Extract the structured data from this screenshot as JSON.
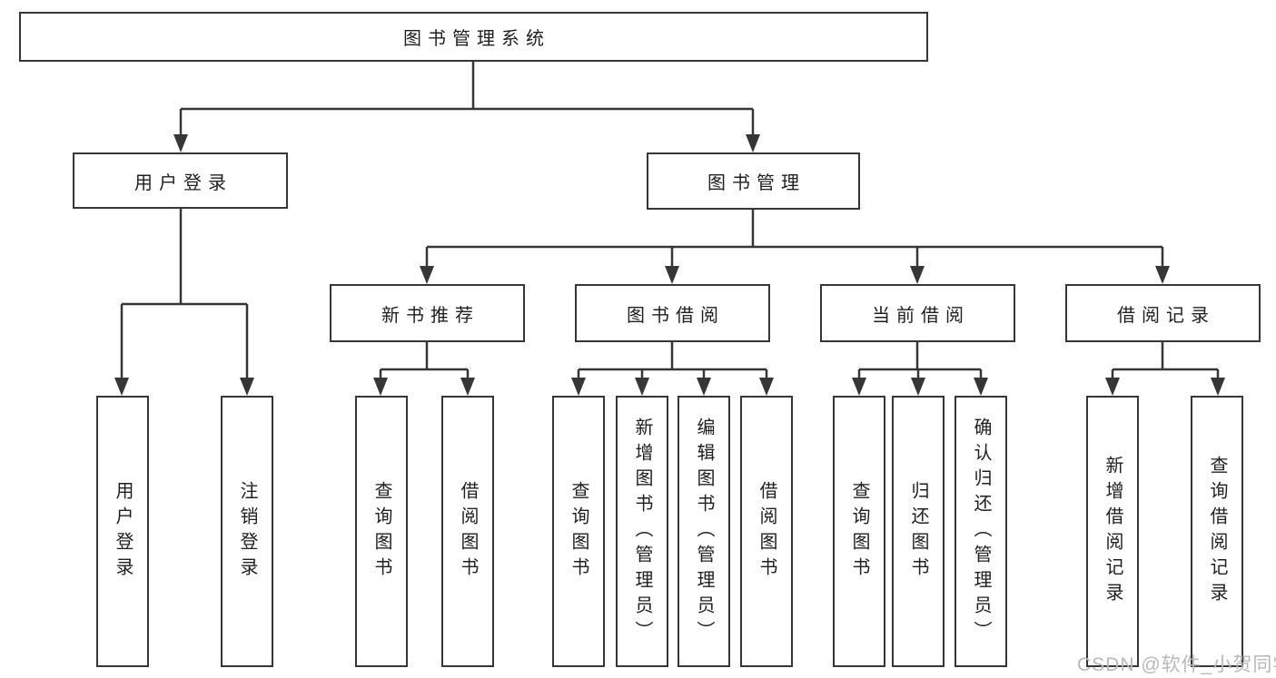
{
  "diagram": {
    "title_node": "图书管理系统",
    "colors": {
      "line": "#363636",
      "box_border": "#363636",
      "text": "#1f1f1f",
      "watermark": "#b8b8b8",
      "background": "#ffffff"
    },
    "nodes": {
      "root": "图书管理系统",
      "user_login_branch": "用户登录",
      "book_mgmt_branch": "图书管理",
      "new_book_rec": "新书推荐",
      "book_borrow": "图书借阅",
      "current_borrow": "当前借阅",
      "borrow_records": "借阅记录",
      "leaf_user_login": "用户登录",
      "leaf_logout": "注销登录",
      "leaf_query_book_1": "查询图书",
      "leaf_borrow_book_1": "借阅图书",
      "leaf_query_book_2": "查询图书",
      "leaf_add_book_admin": "新增图书（管理员）",
      "leaf_edit_book_admin": "编辑图书（管理员）",
      "leaf_borrow_book_2": "借阅图书",
      "leaf_query_book_3": "查询图书",
      "leaf_return_book": "归还图书",
      "leaf_confirm_return_admin": "确认归还（管理员）",
      "leaf_add_borrow_record": "新增借阅记录",
      "leaf_query_borrow_record": "查询借阅记录"
    },
    "tree": {
      "图书管理系统": {
        "用户登录": [
          "用户登录",
          "注销登录"
        ],
        "图书管理": {
          "新书推荐": [
            "查询图书",
            "借阅图书"
          ],
          "图书借阅": [
            "查询图书",
            "新增图书（管理员）",
            "编辑图书（管理员）",
            "借阅图书"
          ],
          "当前借阅": [
            "查询图书",
            "归还图书",
            "确认归还（管理员）"
          ],
          "借阅记录": [
            "新增借阅记录",
            "查询借阅记录"
          ]
        }
      }
    }
  },
  "watermark": {
    "text": "CSDN @软件_小贺同学"
  }
}
